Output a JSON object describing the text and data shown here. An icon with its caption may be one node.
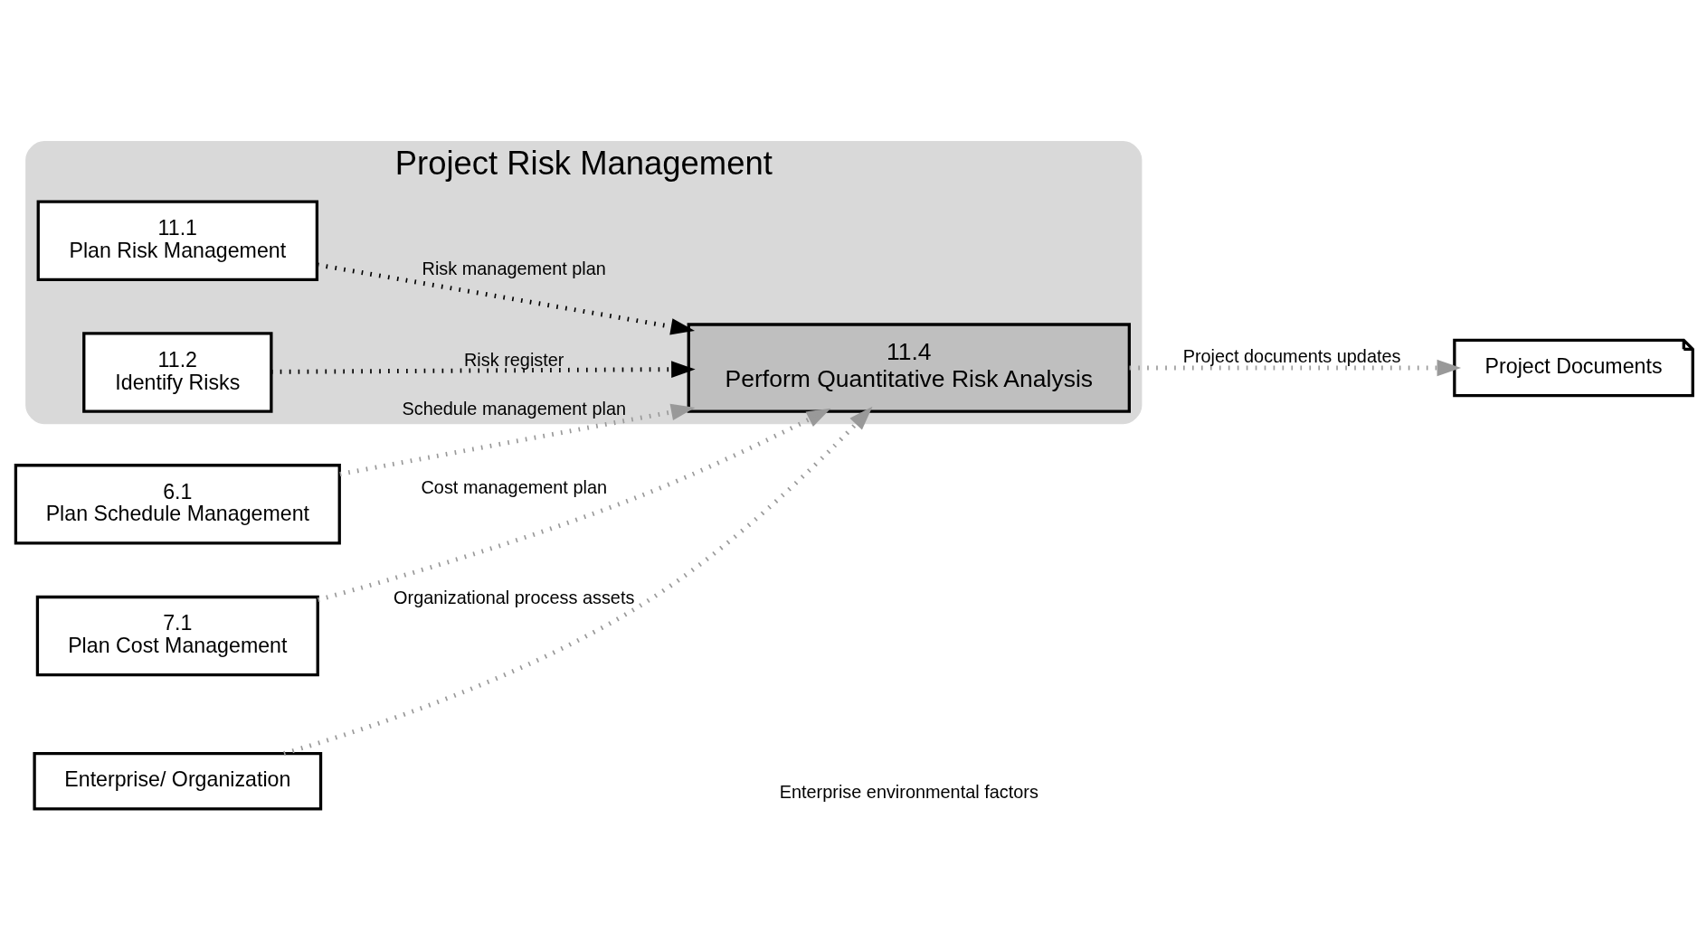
{
  "diagram": {
    "nodes": [
      {
        "text": [
          "Project Risk Management"
        ]
      },
      {
        "text": [
          "6.1",
          "Plan Schedule Management"
        ]
      },
      {
        "text": [
          "7.1",
          "Plan Cost Management"
        ]
      },
      {
        "text": [
          "Enterprise/ Organization"
        ]
      },
      {
        "text": [
          "11.1",
          "Plan Risk Management"
        ],
        "in": 0
      },
      {
        "text": [
          "11.2",
          "Identify Risks"
        ],
        "in": 0
      },
      {
        "text": [
          "11.4",
          "Perform Quantitative Risk Analysis"
        ],
        "in": 0
      },
      {
        "text": [
          "Project Documents"
        ]
      }
    ],
    "edges": [
      {
        "from": 4,
        "to": 6,
        "arrow": "to",
        "label": "Risk management plan",
        "style": "dashed",
        "color": "#000000"
      },
      {
        "from": 5,
        "to": 6,
        "arrow": "to",
        "label": "Risk register",
        "style": "dashed",
        "color": "#000000"
      },
      {
        "from": 1,
        "to": 6,
        "arrow": "to",
        "label": "Schedule management plan",
        "style": "dashed"
      },
      {
        "from": 2,
        "to": 6,
        "arrow": "to",
        "label": "Cost management plan",
        "style": "dashed"
      },
      {
        "from": 3,
        "to": 6,
        "arrow": "to",
        "label": "Organizational process assets",
        "style": "dashed"
      },
      {
        "from": 6,
        "to": 7,
        "arrow": "to",
        "label": "Project documents updates",
        "style": "dashed"
      }
    ],
    "labels": [
      "Enterprise environmental factors"
    ]
  }
}
